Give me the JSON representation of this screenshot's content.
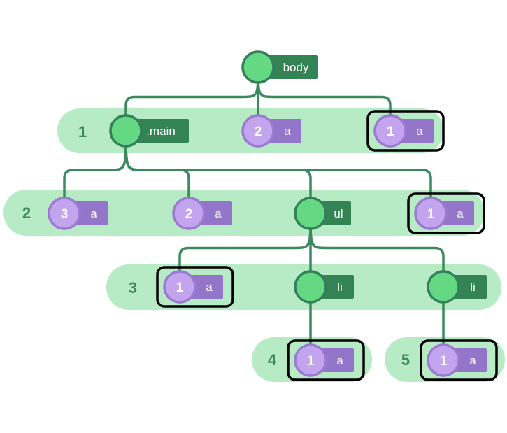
{
  "colors": {
    "row_band": "#b6ebc5",
    "element_fill": "#64d882",
    "element_stroke": "#33805a",
    "element_tag": "#348355",
    "link_fill": "#c3a4ef",
    "link_stroke": "#9b7ad0",
    "link_tag": "#9375c9",
    "edge": "#3b8a5d",
    "highlight": "#000000"
  },
  "levels": [
    "1",
    "2",
    "3",
    "4",
    "5"
  ],
  "nodes": {
    "body": {
      "kind": "element",
      "label": "body"
    },
    "main": {
      "kind": "element",
      "label": ".main"
    },
    "body_a": {
      "kind": "link",
      "label": "a",
      "count": "2"
    },
    "body_a_highlighted": {
      "kind": "link",
      "label": "a",
      "count": "1",
      "highlighted": true
    },
    "main_a_first": {
      "kind": "link",
      "label": "a",
      "count": "3"
    },
    "main_a_second": {
      "kind": "link",
      "label": "a",
      "count": "2"
    },
    "ul": {
      "kind": "element",
      "label": "ul"
    },
    "main_a_highlighted": {
      "kind": "link",
      "label": "a",
      "count": "1",
      "highlighted": true
    },
    "ul_a_highlighted": {
      "kind": "link",
      "label": "a",
      "count": "1",
      "highlighted": true
    },
    "li_first": {
      "kind": "element",
      "label": "li"
    },
    "li_second": {
      "kind": "element",
      "label": "li"
    },
    "li_first_a_highlighted": {
      "kind": "link",
      "label": "a",
      "count": "1",
      "highlighted": true
    },
    "li_second_a_highlighted": {
      "kind": "link",
      "label": "a",
      "count": "1",
      "highlighted": true
    }
  },
  "edges": [
    [
      "body",
      "main"
    ],
    [
      "body",
      "body_a"
    ],
    [
      "body",
      "body_a_highlighted"
    ],
    [
      "main",
      "main_a_first"
    ],
    [
      "main",
      "main_a_second"
    ],
    [
      "main",
      "ul"
    ],
    [
      "main",
      "main_a_highlighted"
    ],
    [
      "ul",
      "ul_a_highlighted"
    ],
    [
      "ul",
      "li_first"
    ],
    [
      "ul",
      "li_second"
    ],
    [
      "li_first",
      "li_first_a_highlighted"
    ],
    [
      "li_second",
      "li_second_a_highlighted"
    ]
  ]
}
